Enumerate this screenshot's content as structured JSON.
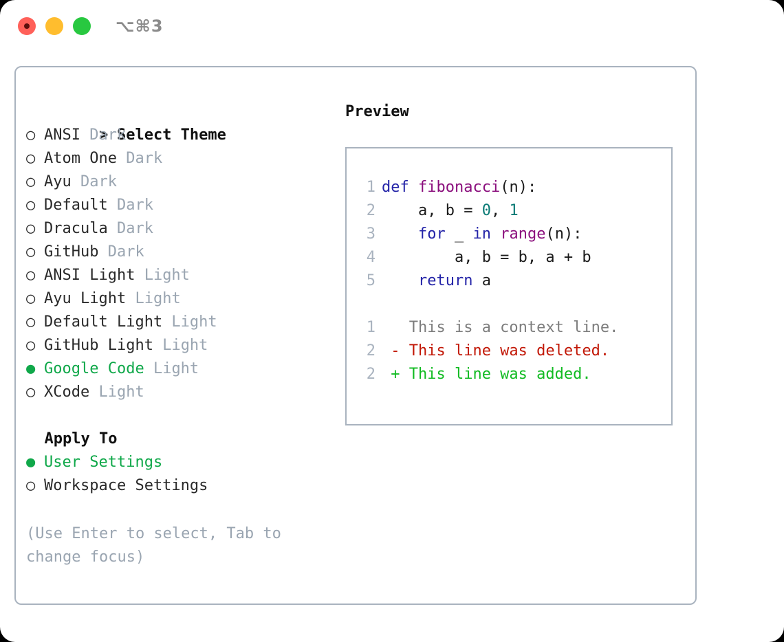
{
  "titlebar": {
    "shortcut": "⌥⌘3",
    "lights": [
      "close-red",
      "minimize-yellow",
      "maximize-green"
    ]
  },
  "theme_picker": {
    "heading": {
      "prefix": "> ",
      "label": "Select Theme"
    },
    "items": [
      {
        "marker": "○ ",
        "name": "ANSI",
        "variant": "Dark",
        "selected": false
      },
      {
        "marker": "○ ",
        "name": "Atom One",
        "variant": "Dark",
        "selected": false
      },
      {
        "marker": "○ ",
        "name": "Ayu",
        "variant": "Dark",
        "selected": false
      },
      {
        "marker": "○ ",
        "name": "Default",
        "variant": "Dark",
        "selected": false
      },
      {
        "marker": "○ ",
        "name": "Dracula",
        "variant": "Dark",
        "selected": false
      },
      {
        "marker": "○ ",
        "name": "GitHub",
        "variant": "Dark",
        "selected": false
      },
      {
        "marker": "○ ",
        "name": "ANSI Light",
        "variant": "Light",
        "selected": false
      },
      {
        "marker": "○ ",
        "name": "Ayu Light",
        "variant": "Light",
        "selected": false
      },
      {
        "marker": "○ ",
        "name": "Default Light",
        "variant": "Light",
        "selected": false
      },
      {
        "marker": "○ ",
        "name": "GitHub Light",
        "variant": "Light",
        "selected": false
      },
      {
        "marker": "● ",
        "name": "Google Code",
        "variant": "Light",
        "selected": true
      },
      {
        "marker": "○ ",
        "name": "XCode",
        "variant": "Light",
        "selected": false
      }
    ]
  },
  "apply_to": {
    "heading": "  Apply To",
    "items": [
      {
        "marker": "● ",
        "name": "User Settings",
        "selected": true
      },
      {
        "marker": "○ ",
        "name": "Workspace Settings",
        "selected": false
      }
    ]
  },
  "hint": "(Use Enter to select, Tab to change focus)",
  "preview": {
    "title": "Preview",
    "code_lines": [
      {
        "n": "1",
        "tokens": [
          {
            "t": "def ",
            "c": "kw"
          },
          {
            "t": "fibonacci",
            "c": "fn"
          },
          {
            "t": "(n):",
            "c": "punct"
          }
        ]
      },
      {
        "n": "2",
        "tokens": [
          {
            "t": "    a, b = ",
            "c": "punct"
          },
          {
            "t": "0",
            "c": "num"
          },
          {
            "t": ", ",
            "c": "punct"
          },
          {
            "t": "1",
            "c": "num"
          }
        ]
      },
      {
        "n": "3",
        "tokens": [
          {
            "t": "    ",
            "c": "punct"
          },
          {
            "t": "for",
            "c": "kw"
          },
          {
            "t": " _ ",
            "c": "punct"
          },
          {
            "t": "in",
            "c": "kw"
          },
          {
            "t": " ",
            "c": "punct"
          },
          {
            "t": "range",
            "c": "fn"
          },
          {
            "t": "(n):",
            "c": "punct"
          }
        ]
      },
      {
        "n": "4",
        "tokens": [
          {
            "t": "        a, b = b, a + b",
            "c": "punct"
          }
        ]
      },
      {
        "n": "5",
        "tokens": [
          {
            "t": "    ",
            "c": "punct"
          },
          {
            "t": "return",
            "c": "kw"
          },
          {
            "t": " a",
            "c": "punct"
          }
        ]
      }
    ],
    "diff_lines": [
      {
        "n": "1",
        "text": "   This is a context line.",
        "kind": "diff-ctx"
      },
      {
        "n": "2",
        "text": " - This line was deleted.",
        "kind": "diff-del"
      },
      {
        "n": "2",
        "text": " + This line was added.",
        "kind": "diff-add"
      }
    ]
  },
  "colors": {
    "accent_green": "#10a84a",
    "muted": "#9aa5b1",
    "border": "#a9b3bf",
    "keyword": "#2424a8",
    "function": "#8b0f7d",
    "number": "#0a7a75",
    "diff_added": "#11bb22",
    "diff_deleted": "#c21807",
    "light_red": "#ff6059",
    "light_yellow": "#ffbd2e",
    "light_green": "#28c840"
  }
}
